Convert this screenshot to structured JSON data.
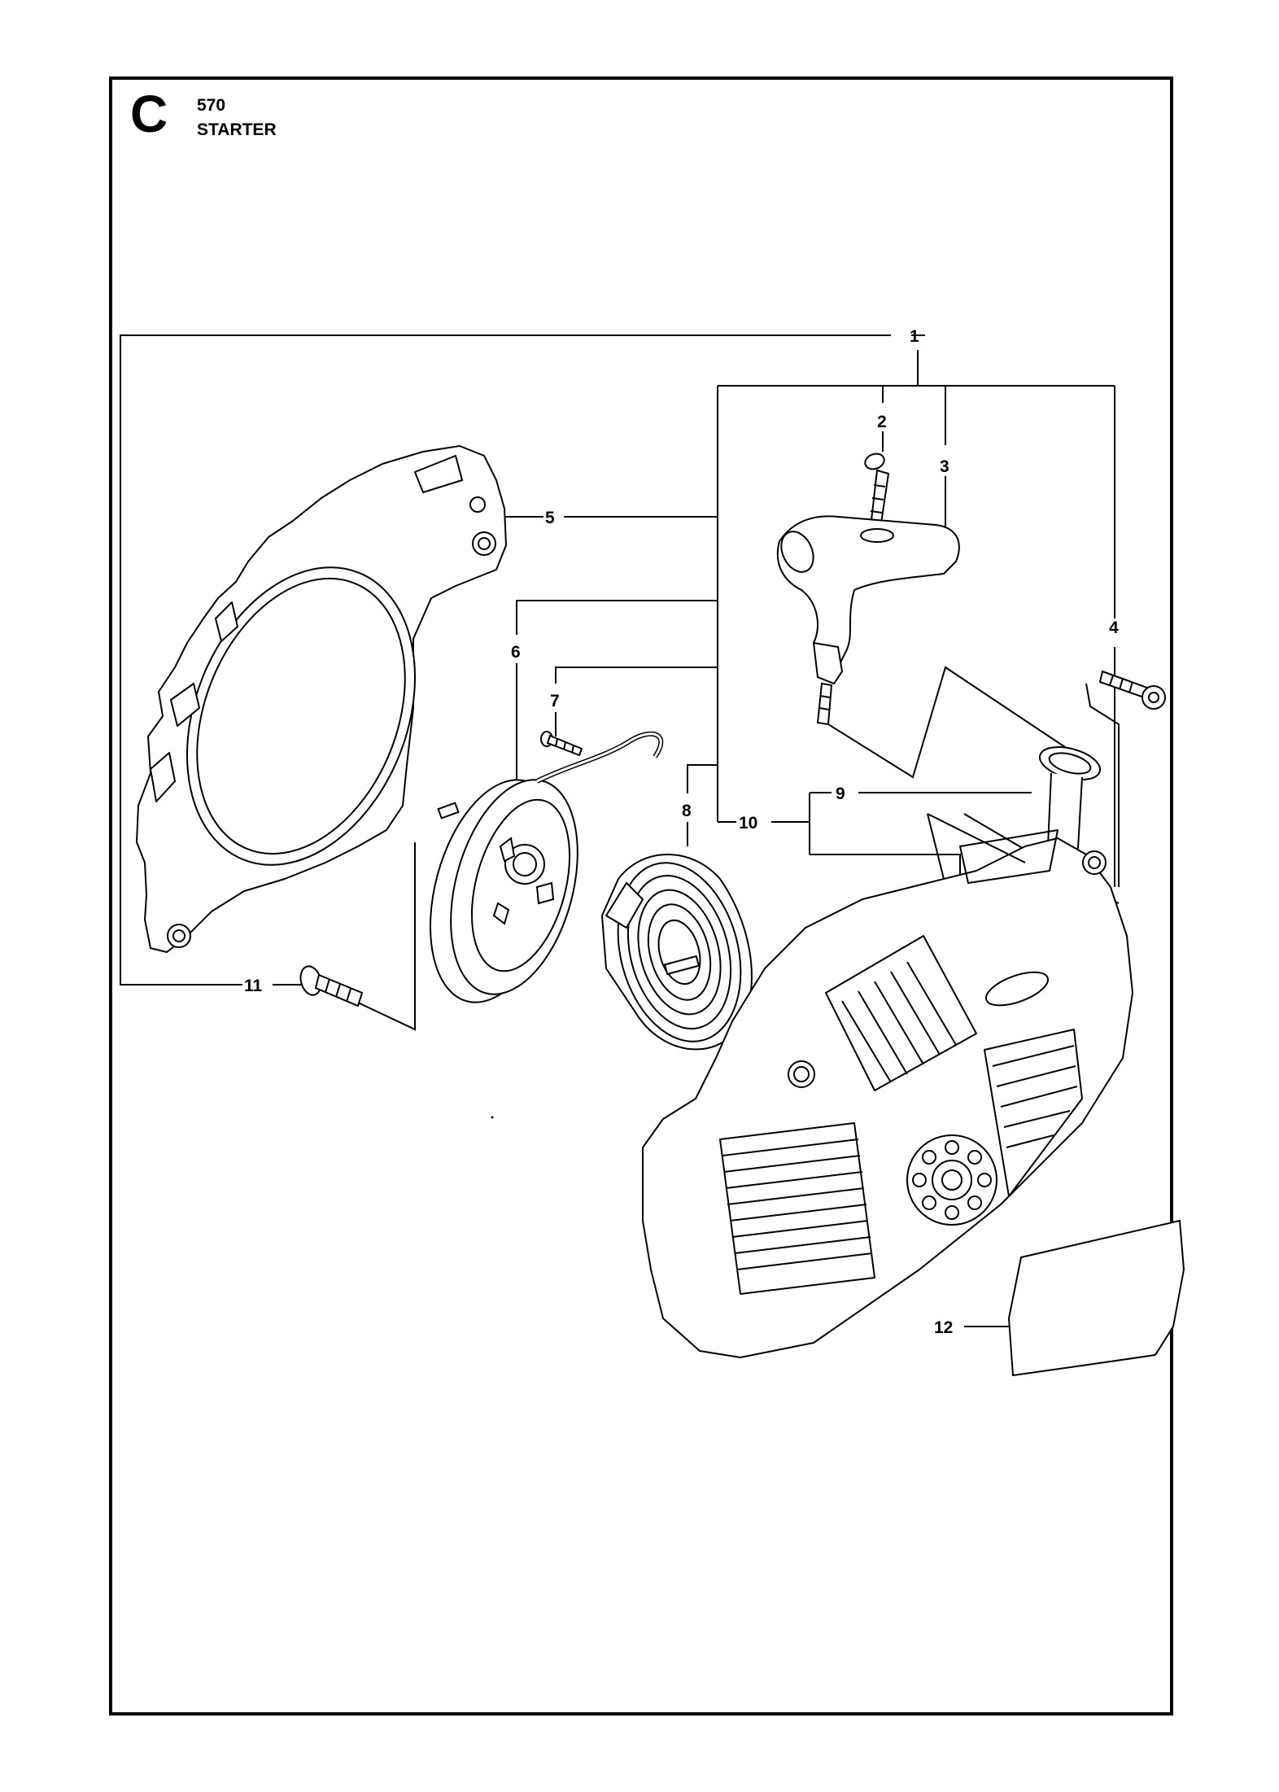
{
  "header": {
    "section_letter": "C",
    "model": "570",
    "title": "STARTER"
  },
  "callouts": [
    "1",
    "2",
    "3",
    "4",
    "5",
    "6",
    "7",
    "8",
    "9",
    "10",
    "11",
    "12"
  ],
  "parts": [
    "fan-housing-cover",
    "cord-plug",
    "starter-handle",
    "housing-screw",
    "rope-pulley",
    "pulley-screw",
    "recoil-spring-cassette",
    "rope-guide-bushing",
    "starter-housing",
    "housing-bolt",
    "decal-plate"
  ]
}
